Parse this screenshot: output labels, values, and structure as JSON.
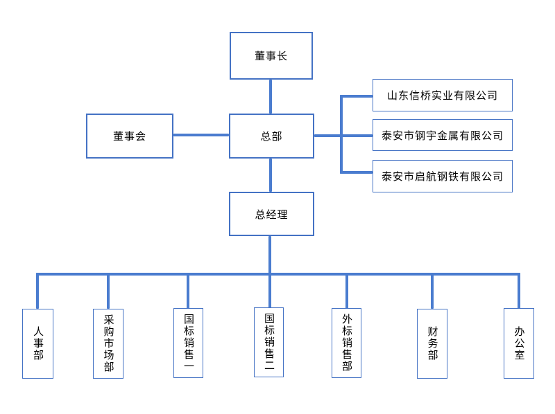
{
  "diagram": {
    "type": "org-chart",
    "nodes": {
      "chairman": {
        "label": "董事长"
      },
      "board": {
        "label": "董事会"
      },
      "headquarters": {
        "label": "总部"
      },
      "general_manager": {
        "label": "总经理"
      },
      "subsidiaries": [
        {
          "label": "山东信桥实业有限公司"
        },
        {
          "label": "泰安市钢宇金属有限公司"
        },
        {
          "label": "泰安市启航钢铁有限公司"
        }
      ],
      "departments": [
        {
          "label": "人事部"
        },
        {
          "label": "采购市场部"
        },
        {
          "label": "国标销售一"
        },
        {
          "label": "国标销售二"
        },
        {
          "label": "外标销售部"
        },
        {
          "label": "财务部"
        },
        {
          "label": "办公室"
        }
      ]
    },
    "edges": [
      {
        "from": "董事长",
        "to": "总部"
      },
      {
        "from": "董事会",
        "to": "总部"
      },
      {
        "from": "总部",
        "to": "山东信桥实业有限公司"
      },
      {
        "from": "总部",
        "to": "泰安市钢宇金属有限公司"
      },
      {
        "from": "总部",
        "to": "泰安市启航钢铁有限公司"
      },
      {
        "from": "总部",
        "to": "总经理"
      },
      {
        "from": "总经理",
        "to": "人事部"
      },
      {
        "from": "总经理",
        "to": "采购市场部"
      },
      {
        "from": "总经理",
        "to": "国标销售一"
      },
      {
        "from": "总经理",
        "to": "国标销售二"
      },
      {
        "from": "总经理",
        "to": "外标销售部"
      },
      {
        "from": "总经理",
        "to": "财务部"
      },
      {
        "from": "总经理",
        "to": "办公室"
      }
    ]
  },
  "colors": {
    "box_border": "#4472c4",
    "connector": "#4a7ccf",
    "text": "#000000",
    "background": "#ffffff"
  }
}
